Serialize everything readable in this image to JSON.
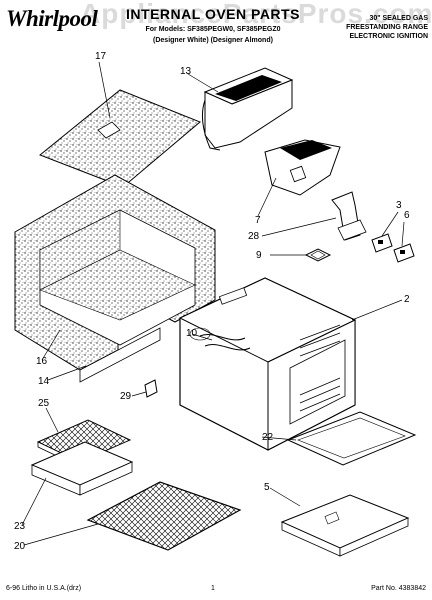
{
  "header": {
    "brand": "Whirlpool",
    "brand_badge": "Whirlpool",
    "title": "INTERNAL OVEN PARTS",
    "model_line": "For Models: SF385PEGW0, SF385PEGZ0",
    "color_line": "(Designer White) (Designer Almond)",
    "range_lines": [
      "30\" SEALED GAS",
      "FREESTANDING RANGE",
      "ELECTRONIC IGNITION"
    ],
    "watermark": "AppliancePartsPros.com"
  },
  "callouts": [
    "17",
    "13",
    "7",
    "28",
    "3",
    "6",
    "9",
    "2",
    "10",
    "16",
    "14",
    "29",
    "25",
    "22",
    "5",
    "23",
    "20"
  ],
  "footer": {
    "litho": "6-96 Litho in U.S.A.(drz)",
    "page": "1",
    "part_no": "Part No. 4383842"
  }
}
